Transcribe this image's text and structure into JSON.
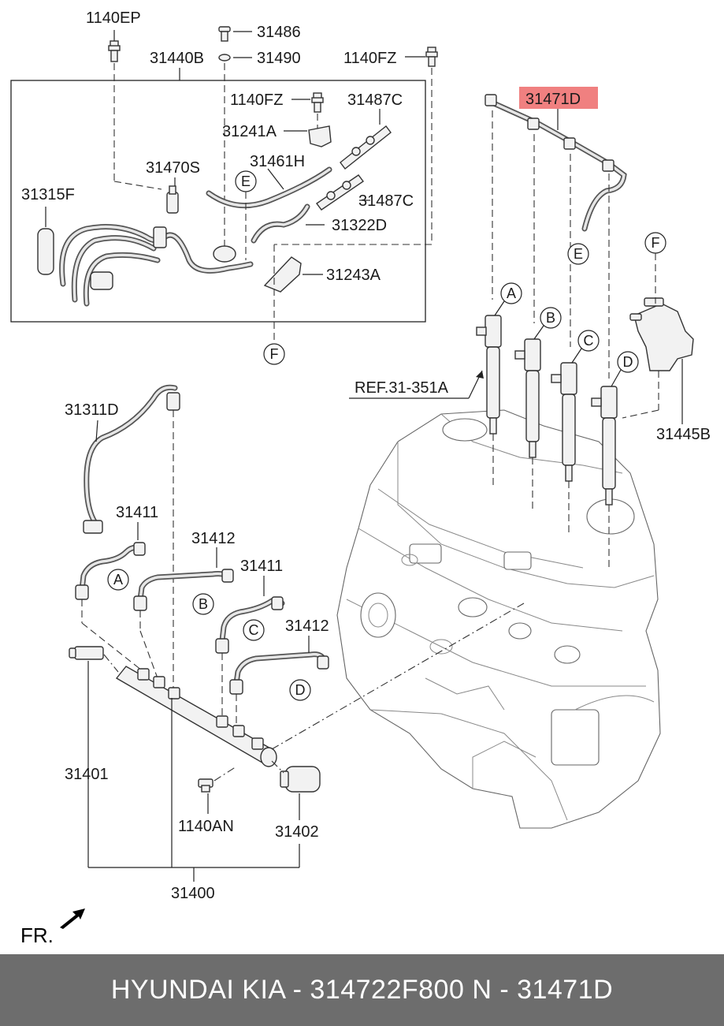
{
  "labels": {
    "p1140EP": "1140EP",
    "p31486": "31486",
    "p31490": "31490",
    "p31440B": "31440B",
    "p1140FZ_top": "1140FZ",
    "p1140FZ_box": "1140FZ",
    "p31487C_a": "31487C",
    "p31487C_b": "31487C",
    "p31241A": "31241A",
    "p31461H": "31461H",
    "p31470S": "31470S",
    "p31315F": "31315F",
    "p31322D": "31322D",
    "p31243A": "31243A",
    "p31471D": "31471D",
    "ref": "REF.31-351A",
    "p31445B": "31445B",
    "p31311D": "31311D",
    "p31411_a": "31411",
    "p31412_a": "31412",
    "p31411_b": "31411",
    "p31412_b": "31412",
    "p31401": "31401",
    "p1140AN": "1140AN",
    "p31402": "31402",
    "p31400": "31400"
  },
  "callouts": {
    "E_box": "E",
    "F_box": "F",
    "E_rail": "E",
    "F_bracket": "F",
    "A_inj": "A",
    "B_inj": "B",
    "C_inj": "C",
    "D_inj": "D",
    "A_pipe": "A",
    "B_pipe": "B",
    "C_pipe": "C",
    "D_pipe": "D"
  },
  "direction_label": "FR.",
  "highlight_color": "#f08080",
  "footer": {
    "text": "HYUNDAI  KIA - 314722F800     N - 31471D",
    "background": "#6d6d6d"
  }
}
